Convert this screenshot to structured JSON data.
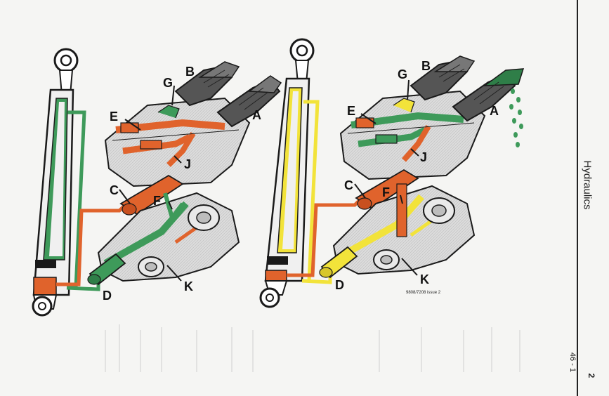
{
  "side": {
    "title": "Hydraulics",
    "page_number": "46 - 1",
    "sheet": "2"
  },
  "reference": "9808/7208 issue 2",
  "colors": {
    "green": "#3e9a5a",
    "orange": "#e0632c",
    "yellow": "#f2e33a",
    "body_grey": "#d8d8d8",
    "outline": "#1a1a1a"
  },
  "left_diagram": {
    "labels": {
      "a": "A",
      "b": "B",
      "c": "C",
      "d": "D",
      "e": "E",
      "f": "F",
      "g": "G",
      "j": "J",
      "k": "K"
    }
  },
  "right_diagram": {
    "labels": {
      "a": "A",
      "b": "B",
      "c": "C",
      "d": "D",
      "e": "E",
      "f": "F",
      "g": "G",
      "j": "J",
      "k": "K"
    }
  }
}
